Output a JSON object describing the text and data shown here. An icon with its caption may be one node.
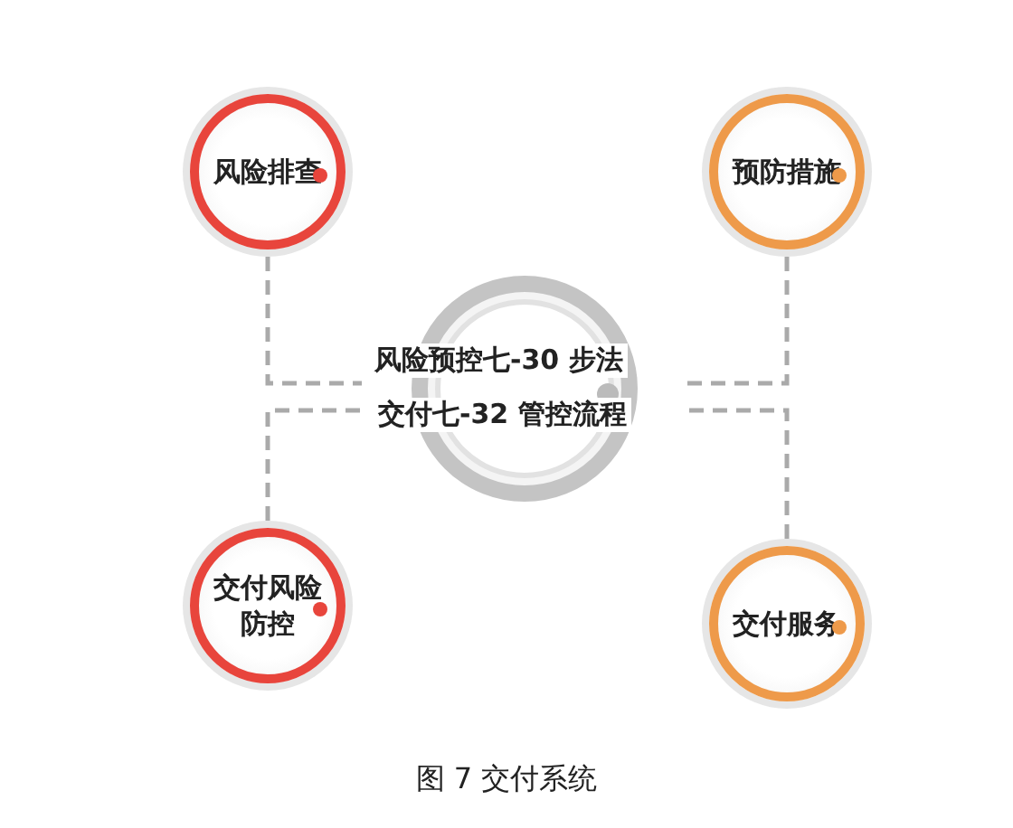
{
  "diagram": {
    "caption": "图 7 交付系统",
    "nodes": [
      {
        "text": [
          "风险排查"
        ]
      },
      {
        "text": [
          "预防措施"
        ]
      },
      {
        "text": [
          "风险预控七-30 步法",
          "交付七-32 管控流程"
        ]
      },
      {
        "text": [
          "交付风险防控"
        ]
      },
      {
        "text": [
          "交付服务"
        ]
      }
    ],
    "edges": [
      {
        "from": 0,
        "to": 2,
        "arrow": "none",
        "style": "dashed"
      },
      {
        "from": 1,
        "to": 2,
        "arrow": "none",
        "style": "dashed"
      },
      {
        "from": 3,
        "to": 2,
        "arrow": "none",
        "style": "dashed"
      },
      {
        "from": 4,
        "to": 2,
        "arrow": "none",
        "style": "dashed"
      }
    ]
  }
}
